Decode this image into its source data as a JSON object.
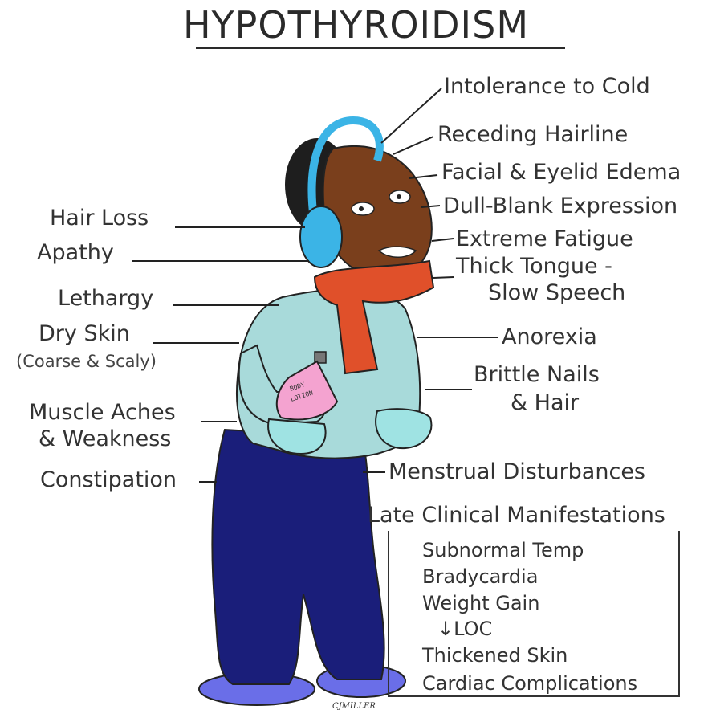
{
  "title": "HYPOTHYROIDISM",
  "symptoms_right": [
    "Intolerance to Cold",
    "Receding Hairline",
    "Facial & Eyelid Edema",
    "Dull-Blank Expression",
    "Extreme Fatigue",
    "Thick Tongue -",
    "Slow Speech",
    "Anorexia",
    "Brittle Nails",
    "& Hair",
    "Menstrual Disturbances"
  ],
  "symptoms_left": [
    "Hair Loss",
    "Apathy",
    "Lethargy",
    "Dry Skin",
    "(Coarse & Scaly)",
    "Muscle Aches",
    "& Weakness",
    "Constipation"
  ],
  "late": {
    "heading": "Late Clinical Manifestations",
    "items": [
      "Subnormal Temp",
      "Bradycardia",
      "Weight Gain",
      "↓LOC",
      "Thickened Skin",
      "Cardiac Complications"
    ]
  },
  "lotion_label": [
    "BODY",
    "LOTION"
  ],
  "signature": "CJMILLER",
  "colors": {
    "skin": "#7a3f1c",
    "hair": "#1e1e1e",
    "earmuff": "#3bb4e6",
    "scarf": "#e0502a",
    "sweater": "#a8dada",
    "pants": "#1a1e7a",
    "shoes": "#6a6ee8",
    "lotion": "#f4a3d0"
  }
}
